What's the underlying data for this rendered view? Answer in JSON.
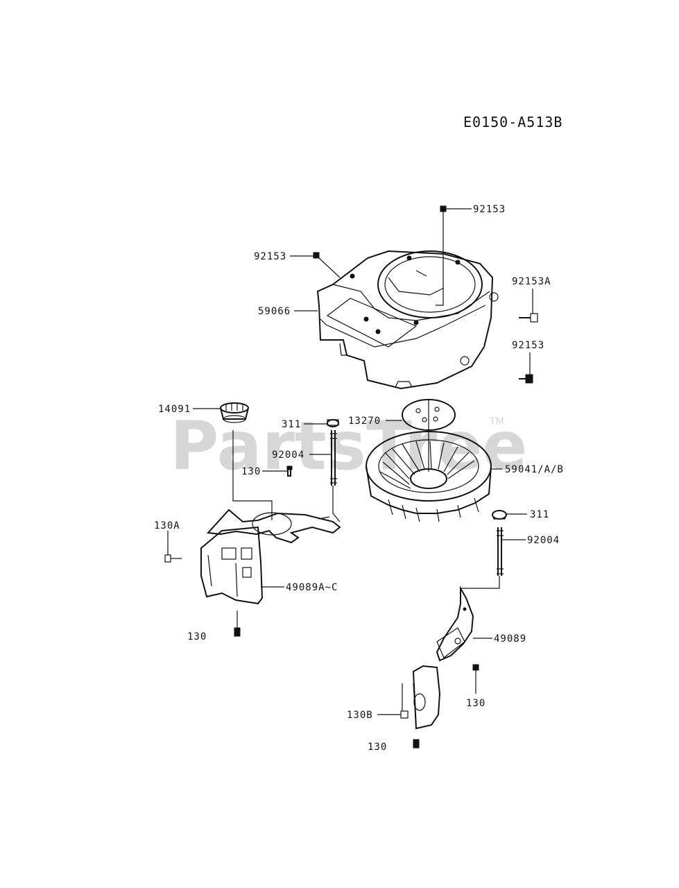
{
  "diagram_code": "E0150-A513B",
  "watermark": {
    "text": "PartsTree",
    "trademark": "TM"
  },
  "callouts": {
    "c92153_top": "92153",
    "c92153_left": "92153",
    "c92153A": "92153A",
    "c92153_right": "92153",
    "c59066": "59066",
    "c14091": "14091",
    "c311_left": "311",
    "c13270": "13270",
    "c92004_left": "92004",
    "c130_mid": "130",
    "c59041": "59041/A/B",
    "c130A": "130A",
    "c49089AC": "49089A~C",
    "c130_bl": "130",
    "c311_right": "311",
    "c92004_right": "92004",
    "c49089": "49089",
    "c130_r": "130",
    "c130B": "130B",
    "c130_b": "130"
  },
  "parts": [
    {
      "id": "blower-housing",
      "number": "59066"
    },
    {
      "id": "fan",
      "number": "59041/A/B"
    },
    {
      "id": "fan-plate",
      "number": "13270"
    },
    {
      "id": "sleeve",
      "number": "14091"
    },
    {
      "id": "left-baffle",
      "number": "49089A~C"
    },
    {
      "id": "right-baffle",
      "number": "49089"
    }
  ]
}
